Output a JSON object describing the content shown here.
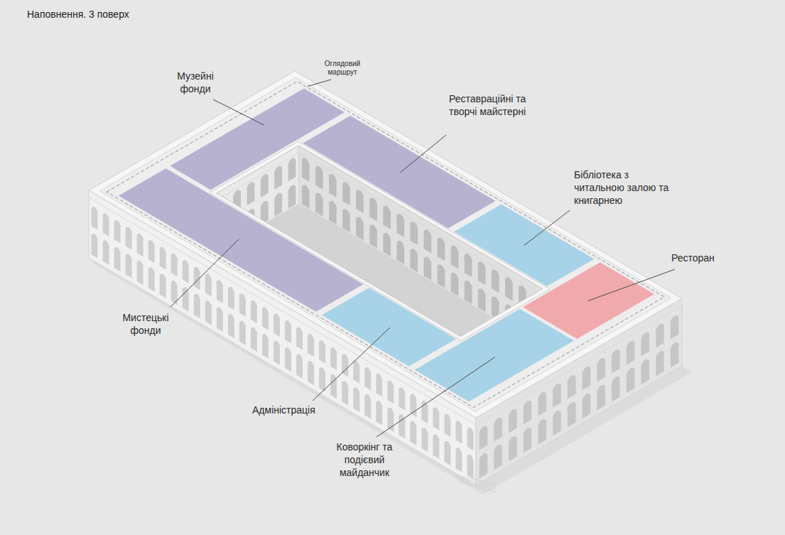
{
  "diagram": {
    "title": "Наповнення. 3 поверх",
    "labels": [
      "Музейні фонди",
      "Оглядовий маршрут",
      "Реставраційні та творчі майстерні",
      "Бібліотека з читальною залою та книгарнею",
      "Ресторан",
      "Мистецькі фонди",
      "Адміністрація",
      "Коворкінг та подієвий майданчик"
    ]
  }
}
